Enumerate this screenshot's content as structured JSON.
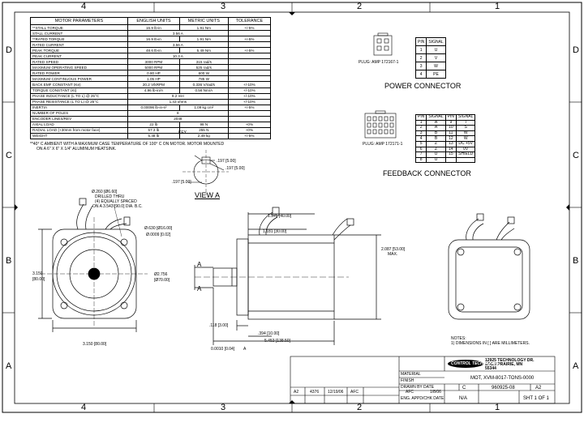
{
  "zones": {
    "top": [
      "4",
      "3",
      "2",
      "1"
    ],
    "bottom": [
      "4",
      "3",
      "2",
      "1"
    ],
    "left": [
      "D",
      "C",
      "B",
      "A"
    ],
    "right": [
      "D",
      "C",
      "B",
      "A"
    ]
  },
  "params": {
    "headers": [
      "MOTOR PARAMETERS",
      "ENGLISH UNITS",
      "METRIC UNITS",
      "TOLERANCE"
    ],
    "rows": [
      [
        "**STALL TORQUE",
        "16.9 lb-in",
        "1.91 Nm",
        "+/-5%"
      ],
      [
        "STALL CURRENT",
        "3.56 A",
        "",
        ""
      ],
      [
        "**RATED TORQUE",
        "16.9 lb-in",
        "1.91 Nm",
        "+/-5%"
      ],
      [
        "RATED CURRENT",
        "3.56 A",
        "",
        ""
      ],
      [
        "PEAK TORQUE",
        "48.6 lb-in",
        "5.49 Nm",
        "+/-5%"
      ],
      [
        "PEAK CURRENT",
        "10.3 A",
        "",
        ""
      ],
      [
        "RATED SPEED",
        "3000 RPM",
        "315 rad/s",
        ""
      ],
      [
        "MAXIMUM OPERATING SPEED",
        "5000 RPM",
        "525 rad/s",
        ""
      ],
      [
        "RATED POWER",
        "0.80 HP",
        "600 W",
        ""
      ],
      [
        "MAXIMUM CONTINUOUS POWER",
        "1.05 HP",
        "785 W",
        ""
      ],
      [
        "BACK EMF CONSTANT (Ke)",
        "20.2 V/kRPM",
        "0.336 V/rad/s",
        "+/-10%"
      ],
      [
        "TORQUE CONSTANT (Kt)",
        "4.96 lb-in/A",
        "0.56 Nm/A",
        "+/-10%"
      ],
      [
        "PHASE INDUCTANCE (L TO L) @ 25°C",
        "9.2 mH",
        "",
        "+/-10%"
      ],
      [
        "PHASE RESISTANCE (L TO L) @ 25°C",
        "1.43 ohms",
        "",
        "+/-10%"
      ],
      [
        "INERTIA",
        "0.00096 lb-in-s²",
        "1.09 kg cm²",
        "+/-5%"
      ],
      [
        "NUMBER OF POLES",
        "8",
        "",
        ""
      ],
      [
        "ENCODER LINES/REV",
        "2048",
        "",
        ""
      ],
      [
        "AXIAL LOAD",
        "22 lb",
        "98 N",
        "+0%"
      ],
      [
        "RADIAL LOAD (+30mm from motor face)",
        "57.3 lb",
        "255 N",
        "+0%"
      ],
      [
        "WEIGHT",
        "5.48 lb",
        "2.49 kg",
        "+/-5%"
      ]
    ],
    "note1": "**40° C AMBIENT WITH A MAXIMUM CASE TEMPERATURE OF 100° C ON MOTOR.  MOTOR MOUNTED",
    "note2": "ON A 6\" X 6\" X 1/4\" ALUMINUM HEATSINK."
  },
  "power": {
    "headers": [
      "PIN",
      "SIGNAL"
    ],
    "rows": [
      [
        "1",
        "U"
      ],
      [
        "2",
        "V"
      ],
      [
        "3",
        "W"
      ],
      [
        "4",
        "PE"
      ]
    ],
    "plug": "PLUG:  AMP 172167-1",
    "title": "POWER CONNECTOR"
  },
  "feedback": {
    "headers": [
      "PIN",
      "SIGNAL",
      "PIN",
      "SIGNAL"
    ],
    "rows": [
      [
        "1",
        "A",
        "9",
        "T"
      ],
      [
        "2",
        "A",
        "10",
        "S"
      ],
      [
        "3",
        "B",
        "11",
        "W"
      ],
      [
        "4",
        "B",
        "12",
        "W"
      ],
      [
        "5",
        "Z",
        "13",
        "DC +5V"
      ],
      [
        "6",
        "Z",
        "14",
        "0V"
      ],
      [
        "7",
        "U",
        "15",
        "SHIELD"
      ],
      [
        "8",
        "U",
        "",
        ""
      ]
    ],
    "plug": "PLUG:  AMP 172171-1",
    "title": "FEEDBACK CONNECTOR"
  },
  "viewa": {
    "key": "KEY",
    "d1": ".197 [5.00]",
    "d2": ".197 [5.00]",
    "d3": ".197 [5.00]",
    "title": "VIEW A"
  },
  "front": {
    "holes1": "Ø.260 [Ø6.60]",
    "holes2": "DRILLED THRU",
    "holes3": "(4) EQUALLY SPACED",
    "holes4": "ON A 3.543 [90.0] DIA. B.C.",
    "h": "3.150",
    "hmm": "[80.00]",
    "w": "3.150 [80.00]"
  },
  "side": {
    "shaft1": "Ø.630 [Ø16.00]",
    "shaft2": "Ø.0009 [0.02]",
    "pilot1": "Ø2.756",
    "pilot2": "[Ø70.00]",
    "d1575": "1.575 [40.00]",
    "d1181": "1.181 [30.00]",
    "d2087": "2.087 [53.00]",
    "max": "MAX.",
    "d118": ".118 [3.00]",
    "d394": ".394 [10.00]",
    "d5453": "5.453 [138.50]",
    "perp": "0.0010 [0.04]",
    "perpref": "A",
    "datum": "A"
  },
  "notes": {
    "title": "NOTES:",
    "n1": "1) DIMENSIONS IN [ ] ARE MILLIMETERS."
  },
  "tb": {
    "company1": "12925 TECHNOLOGY DR.",
    "company2": "EDEN PRAIRIE, MN",
    "company3": "55344",
    "logo": "CONTROL TECHNIQUES",
    "desc": "MOT, XVM-8017-TONS-0000",
    "dwgno": "960925-08",
    "rev": "A2",
    "size": "C",
    "scale": "N/A",
    "sheet": "SHT 1 OF 1",
    "drawn": "AFC",
    "date": "1/8/06",
    "rev_a2": "A2",
    "rev_eco": "4376",
    "rev_date": "12/19/06",
    "rev_by": "AFC",
    "material": "MATERIAL",
    "finish": "FINISH",
    "drawnby": "DRAWN BY    DATE",
    "engappr": "ENG. APPD/CHK DATE"
  }
}
